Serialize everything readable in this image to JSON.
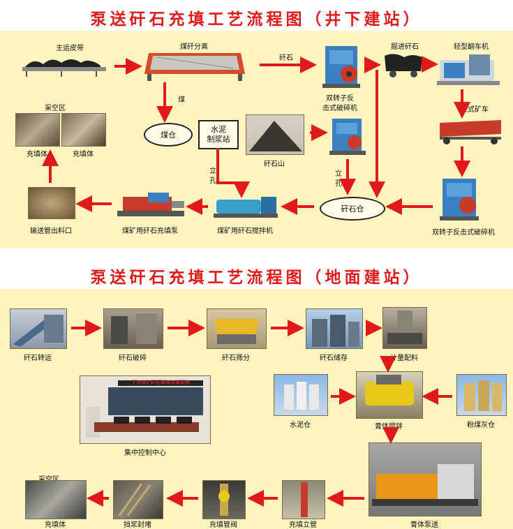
{
  "top": {
    "title": "泵送矸石充填工艺流程图（井下建站）",
    "labels": {
      "main_belt": "主运皮带",
      "coal_gangue_sep": "煤矸分离",
      "gangue1": "矸石",
      "excavate_gangue": "掘进矸石",
      "tipper": "轻型翻车机",
      "crusher1_a": "双转子反",
      "crusher1_b": "击式破碎机",
      "shuttle_car": "梭式矿车",
      "coal": "煤",
      "coal_bin": "煤仓",
      "cement_a": "水泥",
      "cement_b": "制浆站",
      "gangue_hill": "矸石山",
      "vertical_hole1_a": "立",
      "vertical_hole1_b": "孔",
      "vertical_hole2_a": "立",
      "vertical_hole2_b": "孔",
      "gangue_bin": "矸石仓",
      "crusher2": "双转子反击式破碎机",
      "goaf": "采空区",
      "fill1": "充填体",
      "fill2": "充填体",
      "pipe_outlet": "输送管出料口",
      "pump": "煤矿用矸石充填泵",
      "mixer": "煤矿用矸石搅拌机"
    }
  },
  "bottom": {
    "title": "泵送矸石充填工艺流程图（地面建站）",
    "labels": {
      "gangue_transport": "矸石转运",
      "gangue_crush": "矸石破碎",
      "gangue_screen": "矸石筛分",
      "gangue_store": "矸石储存",
      "metering": "计量配料",
      "cement_bin": "水泥仓",
      "paste_mix": "膏体搅拌",
      "flyash_bin": "粉煤灰仓",
      "control_center": "集中控制中心",
      "control_screen_text": "下沟煤矿矸石膏体充填系统",
      "goaf": "采空区",
      "fill_body": "充填体",
      "bulkhead": "挡浆封堵",
      "fill_valve": "充填管阀",
      "fill_riser": "充填立管",
      "paste_pump": "膏体泵送"
    }
  },
  "colors": {
    "arrow": "#e01a1a",
    "panel_bg": "#fdf4c0",
    "title": "#e01a1a"
  }
}
